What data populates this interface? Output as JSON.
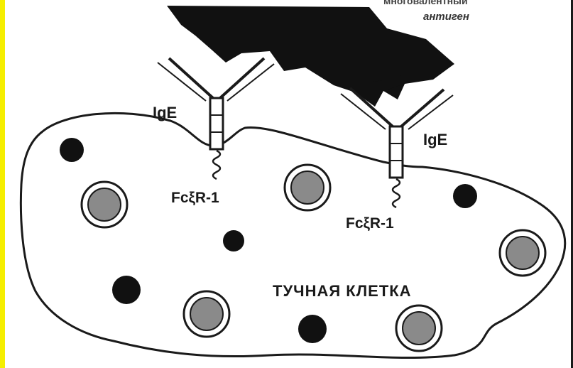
{
  "labels": {
    "ige_left": "IgE",
    "ige_right": "IgE",
    "receptor_left": "FcξR-1",
    "receptor_right": "FcξR-1",
    "cell": "ТУЧНАЯ  КЛЕТКА",
    "antigen": "антиген",
    "top_cut": "многовалентный"
  },
  "colors": {
    "frame": "#f5ee00",
    "ink": "#1a1a1a",
    "granule": "#8a8a8a"
  }
}
